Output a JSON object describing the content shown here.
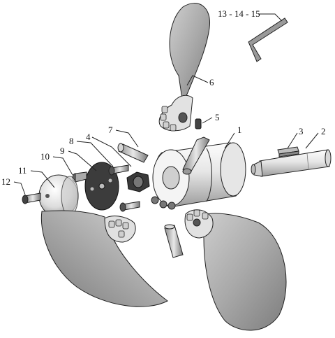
{
  "callouts": {
    "c1": "1",
    "c2": "2",
    "c3": "3",
    "c4": "4",
    "c5": "5",
    "c6": "6",
    "c7": "7",
    "c8": "8",
    "c9": "9",
    "c10": "10",
    "c11": "11",
    "c12": "12",
    "c13": "13 - 14 - 15"
  },
  "colors": {
    "line": "#222222",
    "metal_light": "#f2f2f2",
    "metal_mid": "#bdbdbd",
    "metal_dark": "#7a7a7a",
    "blade": "#9a9a9a",
    "blade_light": "#d4d4d4"
  }
}
